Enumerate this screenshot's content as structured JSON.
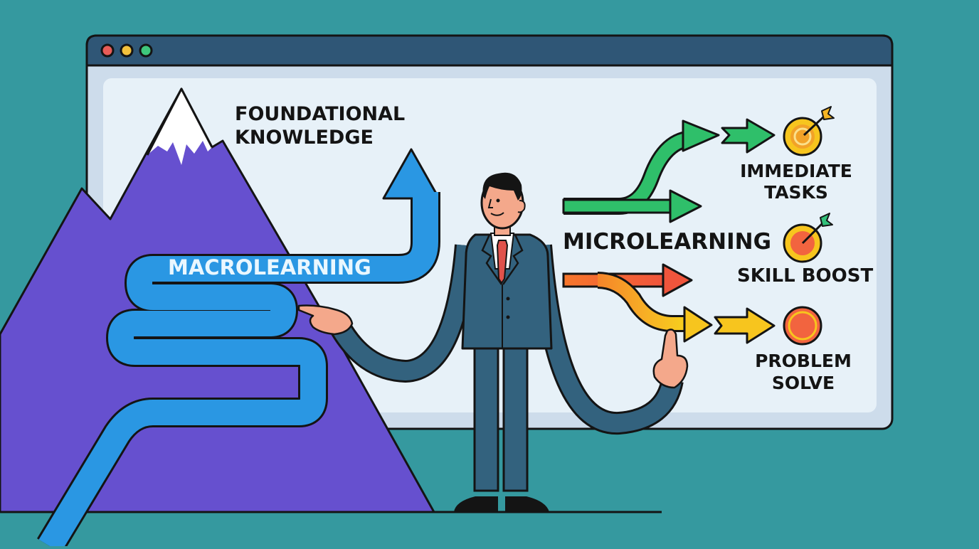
{
  "window": {
    "traffic_lights": [
      {
        "name": "close",
        "color": "#e85c57"
      },
      {
        "name": "minimize",
        "color": "#f2c13c"
      },
      {
        "name": "maximize",
        "color": "#3ec77c"
      }
    ],
    "titlebar_color": "#2f5676",
    "content_color": "#e6f0f7"
  },
  "diagram": {
    "left": {
      "heading_line1": "FOUNDATIONAL",
      "heading_line2": "KNOWLEDGE",
      "path_label": "MACROLEARNING",
      "mountain_color": "#6650cf",
      "path_color": "#2a97e3"
    },
    "center": {
      "figure": "presenter-in-suit",
      "suit_color": "#33627e",
      "tie_color": "#e0524b"
    },
    "right": {
      "heading": "MICROLEARNING",
      "outcomes": [
        {
          "line1": "IMMEDIATE",
          "line2": "TASKS",
          "icon": "target-with-arrow-icon",
          "arrow_color": "#2fbf6a"
        },
        {
          "line1": "SKILL BOOST",
          "icon": "target-with-arrow-icon",
          "arrow_color": "#f0643a"
        },
        {
          "line1": "PROBLEM",
          "line2": "SOLVE",
          "icon": "target-icon",
          "arrow_color": "#f5c21f"
        }
      ]
    }
  },
  "colors": {
    "background": "#35999f",
    "outline": "#141414"
  }
}
